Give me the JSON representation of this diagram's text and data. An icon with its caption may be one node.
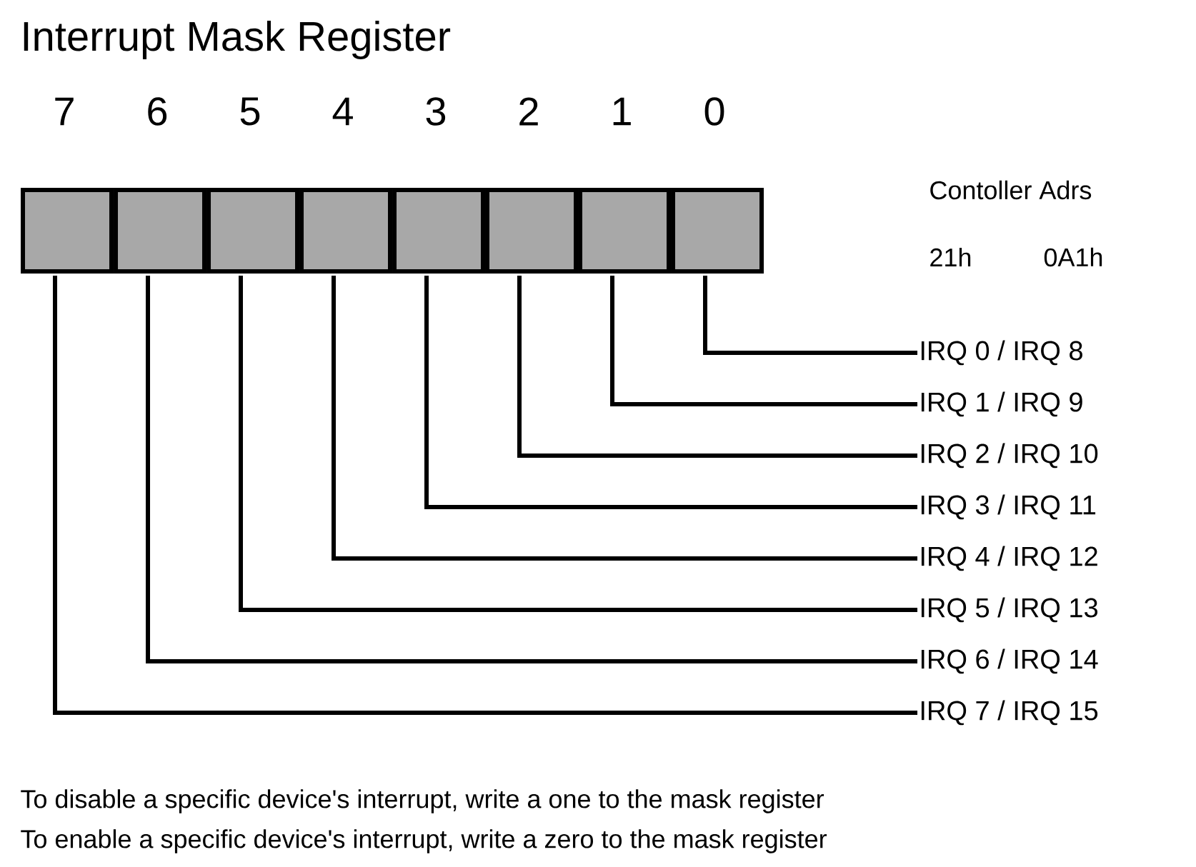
{
  "diagram": {
    "title": "Interrupt Mask Register",
    "nodes": [
      {
        "text": [],
        "shape": "box",
        "beside": [
          "7"
        ]
      },
      {
        "text": [],
        "shape": "box",
        "beside": [
          "6"
        ]
      },
      {
        "text": [],
        "shape": "box",
        "beside": [
          "5"
        ]
      },
      {
        "text": [],
        "shape": "box",
        "beside": [
          "4"
        ]
      },
      {
        "text": [],
        "shape": "box",
        "beside": [
          "3"
        ]
      },
      {
        "text": [],
        "shape": "box",
        "beside": [
          "2"
        ]
      },
      {
        "text": [],
        "shape": "box",
        "beside": [
          "1"
        ]
      },
      {
        "text": [],
        "shape": "box",
        "beside": [
          "0"
        ]
      },
      {
        "text": [
          "IRQ 0  /  IRQ 8"
        ]
      },
      {
        "text": [
          "IRQ 1  /  IRQ 9"
        ]
      },
      {
        "text": [
          "IRQ 2  /  IRQ 10"
        ]
      },
      {
        "text": [
          "IRQ 3  /  IRQ 11"
        ]
      },
      {
        "text": [
          "IRQ 4  /  IRQ 12"
        ]
      },
      {
        "text": [
          "IRQ 5  /  IRQ 13"
        ]
      },
      {
        "text": [
          "IRQ 6  /  IRQ 14"
        ]
      },
      {
        "text": [
          "IRQ 7  /  IRQ 15"
        ]
      }
    ],
    "edges": [
      {
        "from": 7,
        "to": 8,
        "arrow": "none"
      },
      {
        "from": 6,
        "to": 9,
        "arrow": "none"
      },
      {
        "from": 5,
        "to": 10,
        "arrow": "none"
      },
      {
        "from": 4,
        "to": 11,
        "arrow": "none"
      },
      {
        "from": 3,
        "to": 12,
        "arrow": "none"
      },
      {
        "from": 2,
        "to": 13,
        "arrow": "none"
      },
      {
        "from": 1,
        "to": 14,
        "arrow": "none"
      },
      {
        "from": 0,
        "to": 15,
        "arrow": "none"
      }
    ],
    "labels": [
      "Contoller Adrs",
      "21h",
      "0A1h",
      "To disable a specific device's interrupt, write a one to the mask register",
      "To enable a specific device's interrupt, write a zero to the mask register"
    ]
  }
}
